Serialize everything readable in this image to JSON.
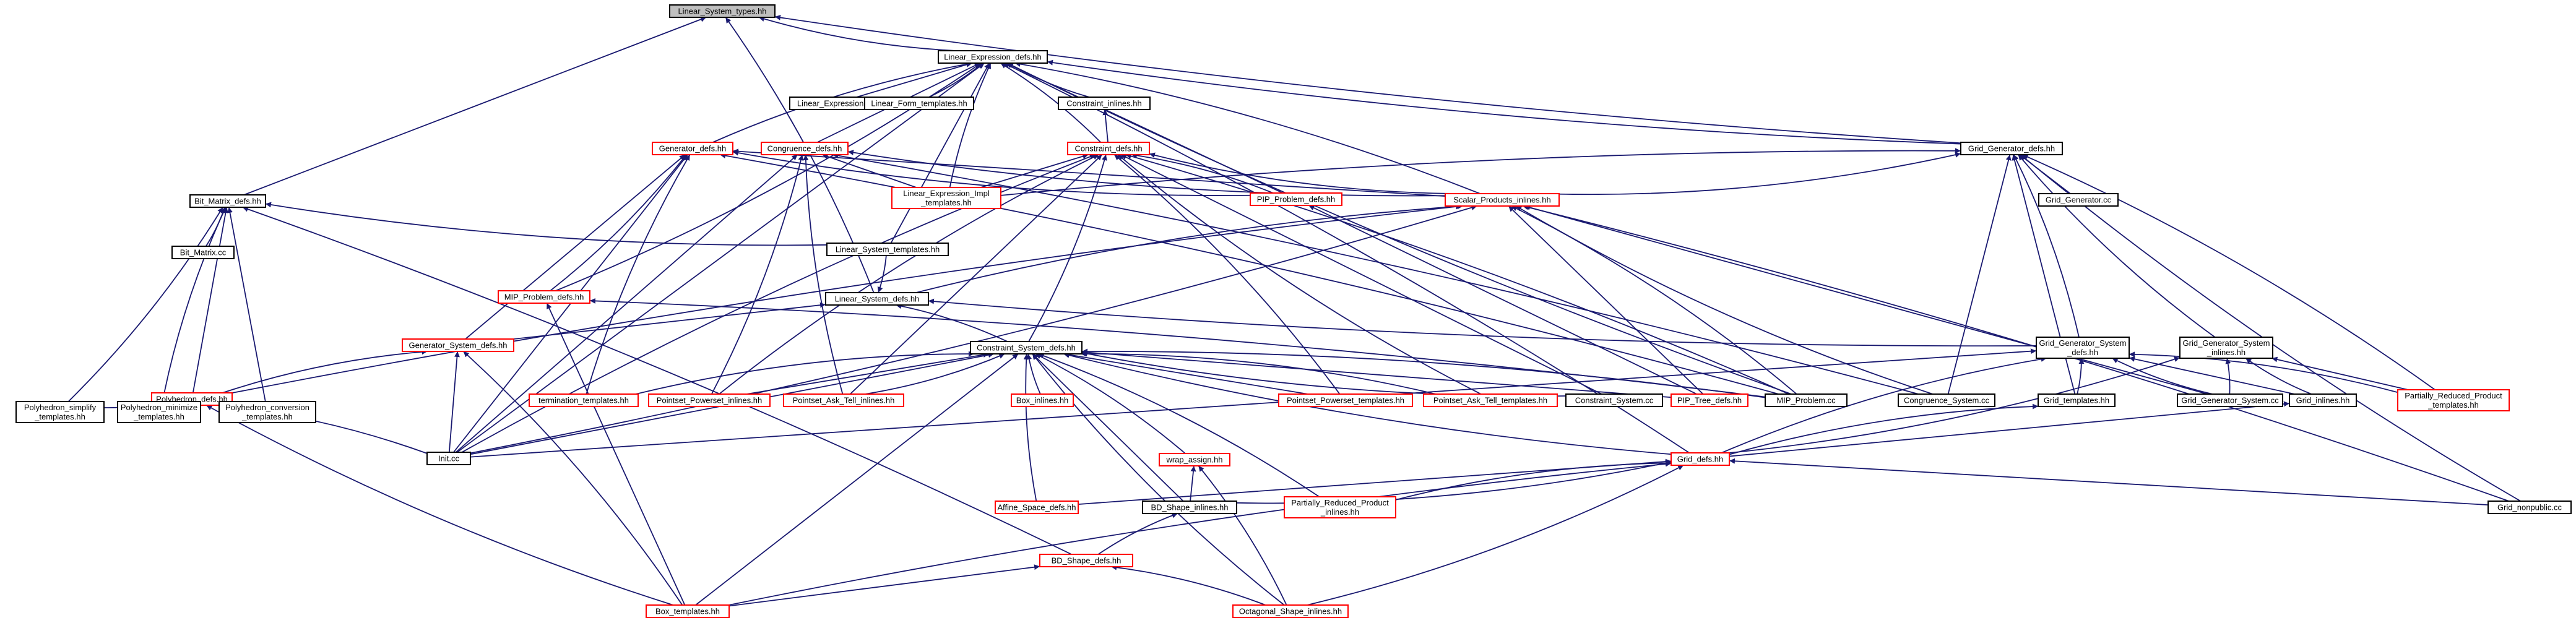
{
  "graph": {
    "title": "Linear_System_types.hh",
    "colors": {
      "edge": "#191970",
      "root_fill": "#bfbfbf",
      "root_border": "#000000",
      "normal_border": "#000000",
      "truncated_border": "#ff0000",
      "node_fill": "#ffffff"
    },
    "nodes": [
      {
        "id": "lst",
        "lines": [
          "Linear_System_types.hh"
        ],
        "kind": "root"
      },
      {
        "id": "led",
        "lines": [
          "Linear_Expression_defs.hh"
        ],
        "kind": "normal"
      },
      {
        "id": "bmd",
        "lines": [
          "Bit_Matrix_defs.hh"
        ],
        "kind": "normal"
      },
      {
        "id": "lsd",
        "lines": [
          "Linear_System_defs.hh"
        ],
        "kind": "normal"
      },
      {
        "id": "ggd",
        "lines": [
          "Grid_Generator_defs.hh"
        ],
        "kind": "normal"
      },
      {
        "id": "lecc",
        "lines": [
          "Linear_Expression.cc"
        ],
        "kind": "normal"
      },
      {
        "id": "lft",
        "lines": [
          "Linear_Form_templates.hh"
        ],
        "kind": "normal"
      },
      {
        "id": "ci",
        "lines": [
          "Constraint_inlines.hh"
        ],
        "kind": "normal"
      },
      {
        "id": "gd",
        "lines": [
          "Generator_defs.hh"
        ],
        "kind": "trunc"
      },
      {
        "id": "cgd",
        "lines": [
          "Congruence_defs.hh"
        ],
        "kind": "trunc"
      },
      {
        "id": "cd",
        "lines": [
          "Constraint_defs.hh"
        ],
        "kind": "trunc"
      },
      {
        "id": "leit",
        "lines": [
          "Linear_Expression_Impl",
          "_templates.hh"
        ],
        "kind": "trunc"
      },
      {
        "id": "pipd",
        "lines": [
          "PIP_Problem_defs.hh"
        ],
        "kind": "trunc"
      },
      {
        "id": "spi",
        "lines": [
          "Scalar_Products_inlines.hh"
        ],
        "kind": "trunc"
      },
      {
        "id": "ggcc",
        "lines": [
          "Grid_Generator.cc"
        ],
        "kind": "normal"
      },
      {
        "id": "bmcc",
        "lines": [
          "Bit_Matrix.cc"
        ],
        "kind": "normal"
      },
      {
        "id": "lstpl",
        "lines": [
          "Linear_System_templates.hh"
        ],
        "kind": "normal"
      },
      {
        "id": "mipd",
        "lines": [
          "MIP_Problem_defs.hh"
        ],
        "kind": "trunc"
      },
      {
        "id": "gsd",
        "lines": [
          "Generator_System_defs.hh"
        ],
        "kind": "trunc"
      },
      {
        "id": "csd",
        "lines": [
          "Constraint_System_defs.hh"
        ],
        "kind": "normal"
      },
      {
        "id": "ggsd",
        "lines": [
          "Grid_Generator_System",
          "_defs.hh"
        ],
        "kind": "normal"
      },
      {
        "id": "ggsi",
        "lines": [
          "Grid_Generator_System",
          "_inlines.hh"
        ],
        "kind": "normal"
      },
      {
        "id": "pd",
        "lines": [
          "Polyhedron_defs.hh"
        ],
        "kind": "trunc"
      },
      {
        "id": "tt",
        "lines": [
          "termination_templates.hh"
        ],
        "kind": "trunc"
      },
      {
        "id": "ppi",
        "lines": [
          "Pointset_Powerset_inlines.hh"
        ],
        "kind": "trunc"
      },
      {
        "id": "pati",
        "lines": [
          "Pointset_Ask_Tell_inlines.hh"
        ],
        "kind": "trunc"
      },
      {
        "id": "bi",
        "lines": [
          "Box_inlines.hh"
        ],
        "kind": "trunc"
      },
      {
        "id": "ppt",
        "lines": [
          "Pointset_Powerset_templates.hh"
        ],
        "kind": "trunc"
      },
      {
        "id": "patt",
        "lines": [
          "Pointset_Ask_Tell_templates.hh"
        ],
        "kind": "trunc"
      },
      {
        "id": "cscc",
        "lines": [
          "Constraint_System.cc"
        ],
        "kind": "normal"
      },
      {
        "id": "ptd",
        "lines": [
          "PIP_Tree_defs.hh"
        ],
        "kind": "trunc"
      },
      {
        "id": "mipcc",
        "lines": [
          "MIP_Problem.cc"
        ],
        "kind": "normal"
      },
      {
        "id": "cgscc",
        "lines": [
          "Congruence_System.cc"
        ],
        "kind": "normal"
      },
      {
        "id": "gt",
        "lines": [
          "Grid_templates.hh"
        ],
        "kind": "normal"
      },
      {
        "id": "ggscc",
        "lines": [
          "Grid_Generator_System.cc"
        ],
        "kind": "normal"
      },
      {
        "id": "gi",
        "lines": [
          "Grid_inlines.hh"
        ],
        "kind": "normal"
      },
      {
        "id": "prpt",
        "lines": [
          "Partially_Reduced_Product",
          "_templates.hh"
        ],
        "kind": "trunc"
      },
      {
        "id": "pst",
        "lines": [
          "Polyhedron_simplify",
          "_templates.hh"
        ],
        "kind": "normal"
      },
      {
        "id": "pmt",
        "lines": [
          "Polyhedron_minimize",
          "_templates.hh"
        ],
        "kind": "normal"
      },
      {
        "id": "pct",
        "lines": [
          "Polyhedron_conversion",
          "_templates.hh"
        ],
        "kind": "normal"
      },
      {
        "id": "initcc",
        "lines": [
          "Init.cc"
        ],
        "kind": "normal"
      },
      {
        "id": "gdd",
        "lines": [
          "Grid_defs.hh"
        ],
        "kind": "trunc"
      },
      {
        "id": "wa",
        "lines": [
          "wrap_assign.hh"
        ],
        "kind": "trunc"
      },
      {
        "id": "asd",
        "lines": [
          "Affine_Space_defs.hh"
        ],
        "kind": "trunc"
      },
      {
        "id": "bdsi",
        "lines": [
          "BD_Shape_inlines.hh"
        ],
        "kind": "normal"
      },
      {
        "id": "prpi",
        "lines": [
          "Partially_Reduced_Product",
          "_inlines.hh"
        ],
        "kind": "trunc"
      },
      {
        "id": "gnp",
        "lines": [
          "Grid_nonpublic.cc"
        ],
        "kind": "normal"
      },
      {
        "id": "bdsd",
        "lines": [
          "BD_Shape_defs.hh"
        ],
        "kind": "trunc"
      },
      {
        "id": "bt",
        "lines": [
          "Box_templates.hh"
        ],
        "kind": "trunc"
      },
      {
        "id": "osi",
        "lines": [
          "Octagonal_Shape_inlines.hh"
        ],
        "kind": "trunc"
      }
    ],
    "edges": [
      [
        "led",
        "lst"
      ],
      [
        "bmd",
        "lst"
      ],
      [
        "lsd",
        "lst"
      ],
      [
        "ggd",
        "lst"
      ],
      [
        "lecc",
        "led"
      ],
      [
        "lft",
        "led"
      ],
      [
        "gd",
        "led"
      ],
      [
        "cgd",
        "led"
      ],
      [
        "cd",
        "led"
      ],
      [
        "leit",
        "led"
      ],
      [
        "pipd",
        "led"
      ],
      [
        "spi",
        "led"
      ],
      [
        "ggd",
        "led"
      ],
      [
        "lstpl",
        "led"
      ],
      [
        "mipd",
        "led"
      ],
      [
        "mipcc",
        "led"
      ],
      [
        "initcc",
        "led"
      ],
      [
        "gdd",
        "led"
      ],
      [
        "ci",
        "led"
      ],
      [
        "cd",
        "ci"
      ],
      [
        "bmcc",
        "bmd"
      ],
      [
        "lstpl",
        "bmd"
      ],
      [
        "pd",
        "bmd"
      ],
      [
        "pst",
        "bmd"
      ],
      [
        "pmt",
        "bmd"
      ],
      [
        "pct",
        "bmd"
      ],
      [
        "bdsd",
        "bmd"
      ],
      [
        "lstpl",
        "lsd"
      ],
      [
        "gsd",
        "lsd"
      ],
      [
        "csd",
        "lsd"
      ],
      [
        "ggsd",
        "lsd"
      ],
      [
        "ggcc",
        "ggd"
      ],
      [
        "ggsd",
        "ggd"
      ],
      [
        "ggsi",
        "ggd"
      ],
      [
        "gt",
        "ggd"
      ],
      [
        "prpt",
        "ggd"
      ],
      [
        "gnp",
        "ggd"
      ],
      [
        "cgscc",
        "ggd"
      ],
      [
        "spi",
        "ggd"
      ],
      [
        "leit",
        "ggd"
      ],
      [
        "gsd",
        "gd"
      ],
      [
        "mipd",
        "gd"
      ],
      [
        "tt",
        "gd"
      ],
      [
        "initcc",
        "gd"
      ],
      [
        "mipcc",
        "gd"
      ],
      [
        "pipd",
        "gd"
      ],
      [
        "spi",
        "gd"
      ],
      [
        "ppi",
        "cgd"
      ],
      [
        "pati",
        "cgd"
      ],
      [
        "initcc",
        "cgd"
      ],
      [
        "cgscc",
        "cgd"
      ],
      [
        "spi",
        "cgd"
      ],
      [
        "leit",
        "cgd"
      ],
      [
        "csd",
        "cd"
      ],
      [
        "ppi",
        "cd"
      ],
      [
        "pati",
        "cd"
      ],
      [
        "ppt",
        "cd"
      ],
      [
        "patt",
        "cd"
      ],
      [
        "cscc",
        "cd"
      ],
      [
        "mipcc",
        "cd"
      ],
      [
        "initcc",
        "cd"
      ],
      [
        "leit",
        "cd"
      ],
      [
        "pipd",
        "cd"
      ],
      [
        "spi",
        "cd"
      ],
      [
        "ptd",
        "pipd"
      ],
      [
        "mipcc",
        "spi"
      ],
      [
        "cgscc",
        "spi"
      ],
      [
        "ggscc",
        "spi"
      ],
      [
        "gnp",
        "spi"
      ],
      [
        "pd",
        "spi"
      ],
      [
        "ptd",
        "spi"
      ],
      [
        "initcc",
        "spi"
      ],
      [
        "lsd",
        "spi"
      ],
      [
        "bt",
        "mipd"
      ],
      [
        "mipcc",
        "mipd"
      ],
      [
        "pd",
        "gsd"
      ],
      [
        "initcc",
        "gsd"
      ],
      [
        "bt",
        "gsd"
      ],
      [
        "tt",
        "csd"
      ],
      [
        "ppi",
        "csd"
      ],
      [
        "pati",
        "csd"
      ],
      [
        "bi",
        "csd"
      ],
      [
        "ppt",
        "csd"
      ],
      [
        "patt",
        "csd"
      ],
      [
        "cscc",
        "csd"
      ],
      [
        "ptd",
        "csd"
      ],
      [
        "mipcc",
        "csd"
      ],
      [
        "gdd",
        "csd"
      ],
      [
        "initcc",
        "csd"
      ],
      [
        "wa",
        "csd"
      ],
      [
        "asd",
        "csd"
      ],
      [
        "bdsi",
        "csd"
      ],
      [
        "prpi",
        "csd"
      ],
      [
        "osi",
        "csd"
      ],
      [
        "bt",
        "csd"
      ],
      [
        "gt",
        "ggsd"
      ],
      [
        "ggscc",
        "ggsd"
      ],
      [
        "gi",
        "ggsd"
      ],
      [
        "prpt",
        "ggsd"
      ],
      [
        "gdd",
        "ggsd"
      ],
      [
        "initcc",
        "ggsd"
      ],
      [
        "ggscc",
        "ggsi"
      ],
      [
        "gi",
        "ggsi"
      ],
      [
        "prpt",
        "ggsi"
      ],
      [
        "gdd",
        "ggsi"
      ],
      [
        "gdd",
        "gt"
      ],
      [
        "gdd",
        "gi"
      ],
      [
        "pst",
        "pd"
      ],
      [
        "pmt",
        "pd"
      ],
      [
        "pct",
        "pd"
      ],
      [
        "initcc",
        "pd"
      ],
      [
        "bt",
        "pd"
      ],
      [
        "asd",
        "gdd"
      ],
      [
        "bdsi",
        "gdd"
      ],
      [
        "prpi",
        "gdd"
      ],
      [
        "gnp",
        "gdd"
      ],
      [
        "osi",
        "gdd"
      ],
      [
        "bt",
        "gdd"
      ],
      [
        "bdsi",
        "wa"
      ],
      [
        "osi",
        "wa"
      ],
      [
        "bdsd",
        "bdsi"
      ],
      [
        "bt",
        "bdsd"
      ],
      [
        "osi",
        "bdsd"
      ]
    ]
  }
}
